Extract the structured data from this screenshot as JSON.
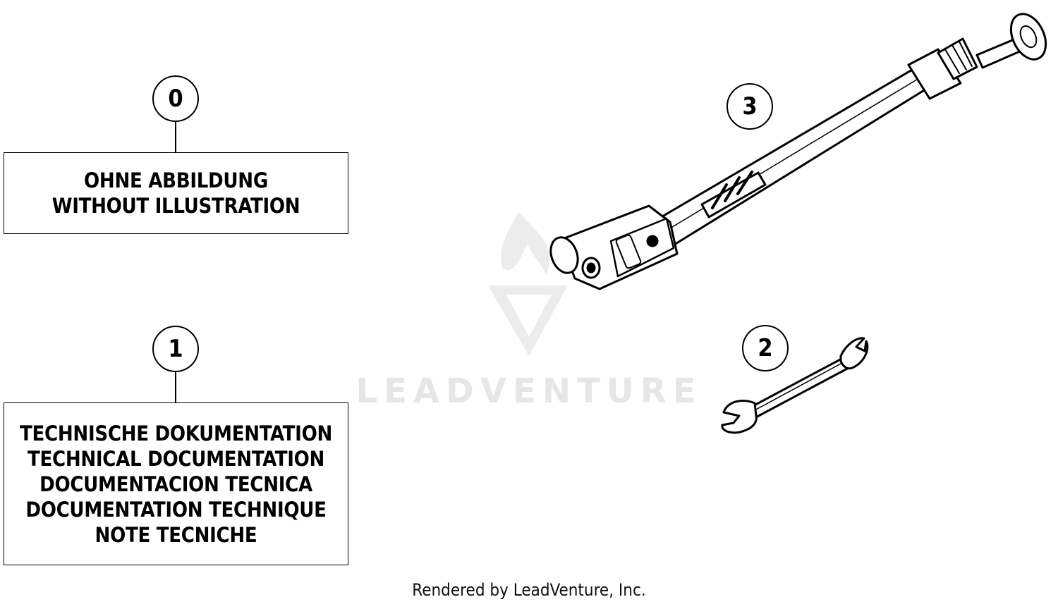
{
  "callouts": {
    "item0": "0",
    "item1": "1",
    "item2": "2",
    "item3": "3"
  },
  "boxes": {
    "without_illustration": {
      "lines": [
        "OHNE ABBILDUNG",
        "WITHOUT ILLUSTRATION"
      ]
    },
    "technical_documentation": {
      "lines": [
        "TECHNISCHE DOKUMENTATION",
        "TECHNICAL DOCUMENTATION",
        "DOCUMENTACION TECNICA",
        "DOCUMENTATION TECHNIQUE",
        "NOTE TECNICHE"
      ]
    }
  },
  "watermark": {
    "text": "LEADVENTURE",
    "color": "#e6e6e6"
  },
  "footer": "Rendered by LeadVenture, Inc."
}
